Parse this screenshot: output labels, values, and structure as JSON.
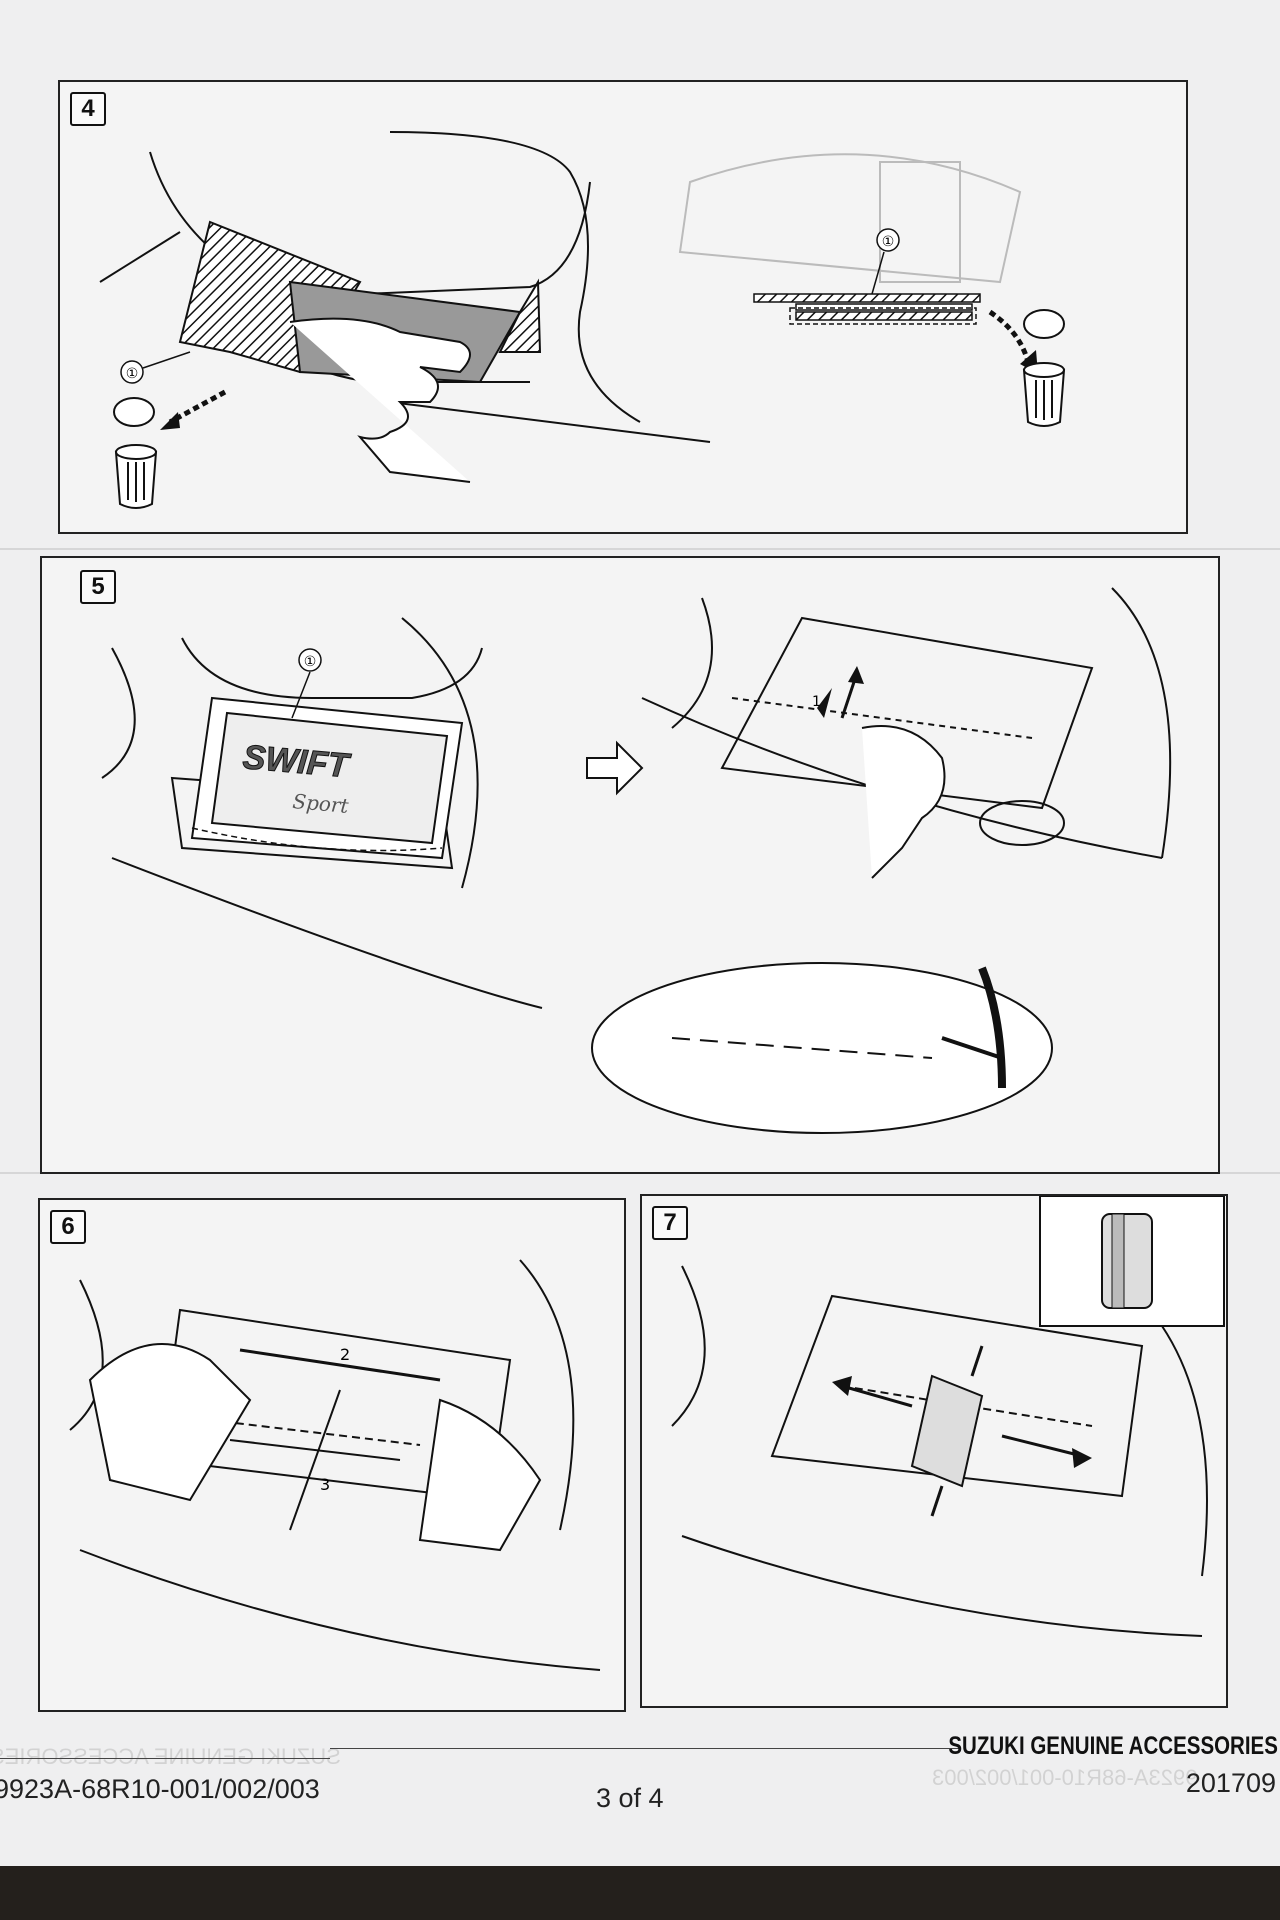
{
  "steps": [
    {
      "number": "4",
      "callouts": [
        "①",
        "①"
      ]
    },
    {
      "number": "5",
      "callouts": [
        "①",
        "1"
      ],
      "emblem": {
        "line1": "SWIFT",
        "line2": "Sport"
      }
    },
    {
      "number": "6",
      "callouts": [
        "2",
        "3"
      ]
    },
    {
      "number": "7"
    }
  ],
  "footer": {
    "brand": "SUZUKI GENUINE ACCESSORIES",
    "part_number": "9923A-68R10-001/002/003",
    "page": "3 of 4",
    "date": "201709",
    "ghost_brand": "SUZUKI GENUINE ACCESSORIES",
    "ghost_part_number": "9923A-68R10-001/002/003"
  },
  "colors": {
    "paper": "#efeff0",
    "ink": "#111111",
    "background": "#24201c"
  },
  "icons": [
    "trash-bin-icon",
    "direction-arrow-icon",
    "squeegee-icon",
    "warning-icon"
  ]
}
